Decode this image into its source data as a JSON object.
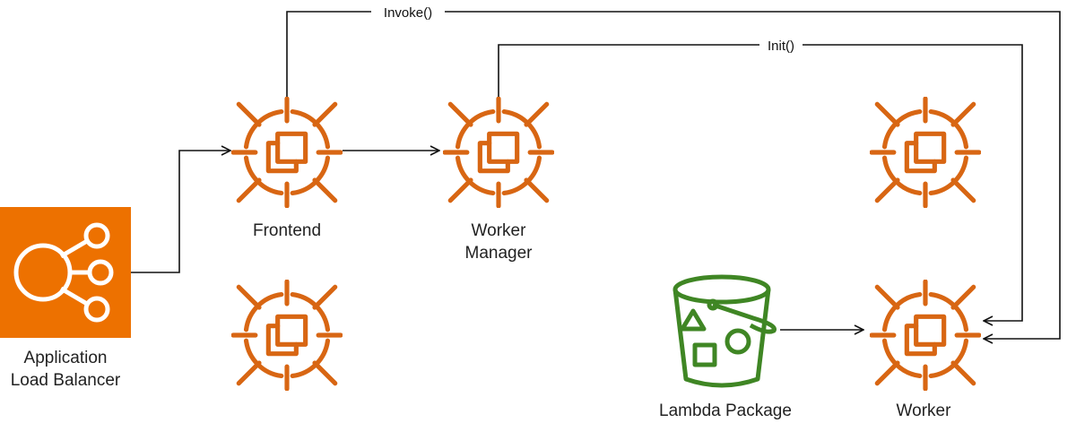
{
  "colors": {
    "compute": "#d86613",
    "load_balancer_bg": "#ed7100",
    "storage": "#3f8624",
    "edge": "#111111",
    "text": "#222222"
  },
  "nodes": {
    "load_balancer": {
      "icon": "elastic-load-balancing-icon",
      "label_lines": [
        "Application",
        "Load Balancer"
      ]
    },
    "frontend": {
      "icon": "ec2-instance-icon",
      "label_lines": [
        "Frontend"
      ]
    },
    "frontend_spare": {
      "icon": "ec2-instance-icon",
      "label_lines": []
    },
    "worker_manager": {
      "icon": "ec2-instance-icon",
      "label_lines": [
        "Worker",
        "Manager"
      ]
    },
    "worker_spare": {
      "icon": "ec2-instance-icon",
      "label_lines": []
    },
    "worker": {
      "icon": "ec2-instance-icon",
      "label_lines": [
        "Worker"
      ]
    },
    "lambda_package": {
      "icon": "s3-bucket-icon",
      "label_lines": [
        "Lambda Package"
      ]
    }
  },
  "edges": {
    "lb_to_frontend": {
      "label": ""
    },
    "frontend_to_manager": {
      "label": ""
    },
    "frontend_to_worker": {
      "label": "Invoke()"
    },
    "manager_to_worker": {
      "label": "Init()"
    },
    "package_to_worker": {
      "label": ""
    }
  }
}
